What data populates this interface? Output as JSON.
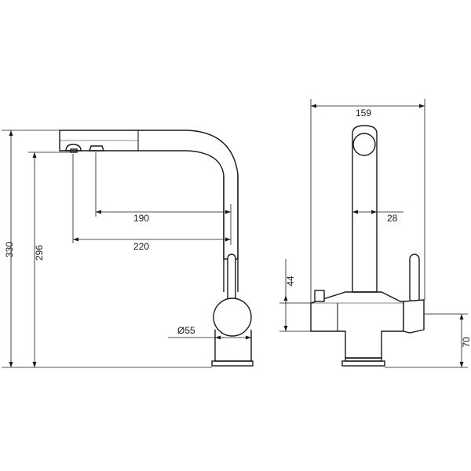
{
  "dimensions": {
    "side_view": {
      "spout_reach_inner": "190",
      "spout_reach_outer": "220",
      "total_height": "330",
      "outlet_height": "296",
      "base_diameter": "Ø55"
    },
    "front_view": {
      "total_width": "159",
      "spout_diameter": "28",
      "body_height": "44",
      "lever_height": "70"
    }
  },
  "colors": {
    "line": "#1a1a1a",
    "background": "#ffffff"
  }
}
